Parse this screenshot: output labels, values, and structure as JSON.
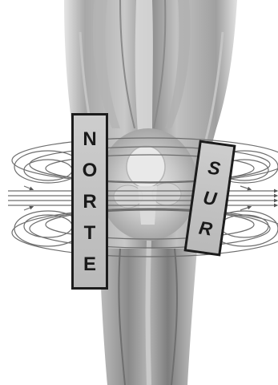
{
  "magnets": {
    "north": {
      "letters": [
        "N",
        "O",
        "R",
        "T",
        "E"
      ]
    },
    "south": {
      "letters": [
        "S",
        "U",
        "R"
      ]
    }
  },
  "colors": {
    "magnet_fill": "#c4c4c4",
    "magnet_border": "#1c1c1c",
    "field_lines": "#6e6e6e",
    "leg": "#9a9a9a"
  },
  "illustration": {
    "subject": "knee-leg-front-view",
    "field_lines": "magnetic-field-lines-with-arrows"
  }
}
